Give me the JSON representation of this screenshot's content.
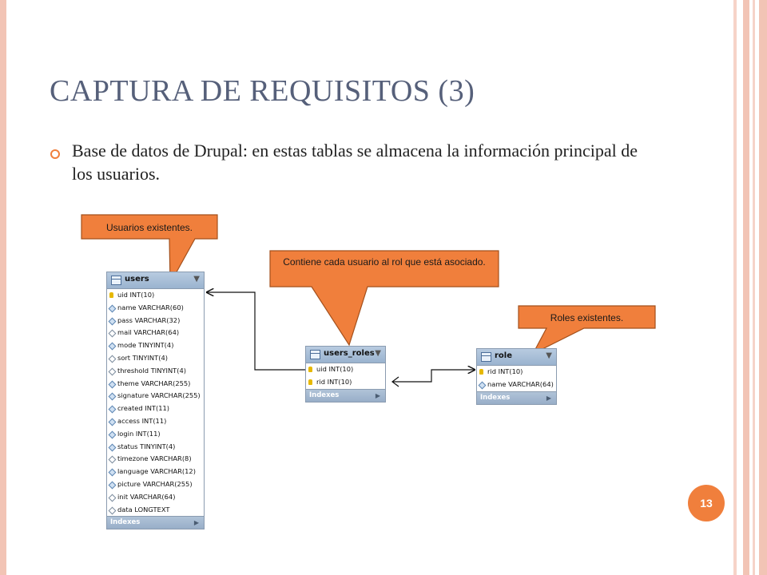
{
  "slide": {
    "title": "CAPTURA DE REQUISITOS (3)",
    "bullet_text": "Base de datos de Drupal: en estas tablas se almacena la información principal de los usuarios.",
    "page_number": "13"
  },
  "callouts": {
    "users": "Usuarios existentes.",
    "users_roles": "Contiene cada usuario al rol que está asociado.",
    "role": "Roles existentes."
  },
  "tables": {
    "users": {
      "name": "users",
      "columns": [
        {
          "text": "uid INT(10)",
          "icon": "key-icon"
        },
        {
          "text": "name VARCHAR(60)",
          "icon": "diamond-icon"
        },
        {
          "text": "pass VARCHAR(32)",
          "icon": "diamond-icon"
        },
        {
          "text": "mail VARCHAR(64)",
          "icon": "diamond-outline-icon"
        },
        {
          "text": "mode TINYINT(4)",
          "icon": "diamond-icon"
        },
        {
          "text": "sort TINYINT(4)",
          "icon": "diamond-outline-icon"
        },
        {
          "text": "threshold TINYINT(4)",
          "icon": "diamond-outline-icon"
        },
        {
          "text": "theme VARCHAR(255)",
          "icon": "diamond-icon"
        },
        {
          "text": "signature VARCHAR(255)",
          "icon": "diamond-icon"
        },
        {
          "text": "created INT(11)",
          "icon": "diamond-icon"
        },
        {
          "text": "access INT(11)",
          "icon": "diamond-icon"
        },
        {
          "text": "login INT(11)",
          "icon": "diamond-icon"
        },
        {
          "text": "status TINYINT(4)",
          "icon": "diamond-icon"
        },
        {
          "text": "timezone VARCHAR(8)",
          "icon": "diamond-outline-icon"
        },
        {
          "text": "language VARCHAR(12)",
          "icon": "diamond-icon"
        },
        {
          "text": "picture VARCHAR(255)",
          "icon": "diamond-icon"
        },
        {
          "text": "init VARCHAR(64)",
          "icon": "diamond-outline-icon"
        },
        {
          "text": "data LONGTEXT",
          "icon": "diamond-outline-icon"
        }
      ],
      "indexes_label": "Indexes"
    },
    "users_roles": {
      "name": "users_roles",
      "columns": [
        {
          "text": "uid INT(10)",
          "icon": "key-icon"
        },
        {
          "text": "rid INT(10)",
          "icon": "key-icon"
        }
      ],
      "indexes_label": "Indexes"
    },
    "role": {
      "name": "role",
      "columns": [
        {
          "text": "rid INT(10)",
          "icon": "key-icon"
        },
        {
          "text": "name VARCHAR(64)",
          "icon": "diamond-icon"
        }
      ],
      "indexes_label": "Indexes"
    }
  },
  "colors": {
    "callout_fill": "#f07f3c",
    "callout_stroke": "#a3501c",
    "title": "#56607a",
    "accent_border": "#f2c4b5",
    "page_number_fill": "#f07f3c"
  }
}
